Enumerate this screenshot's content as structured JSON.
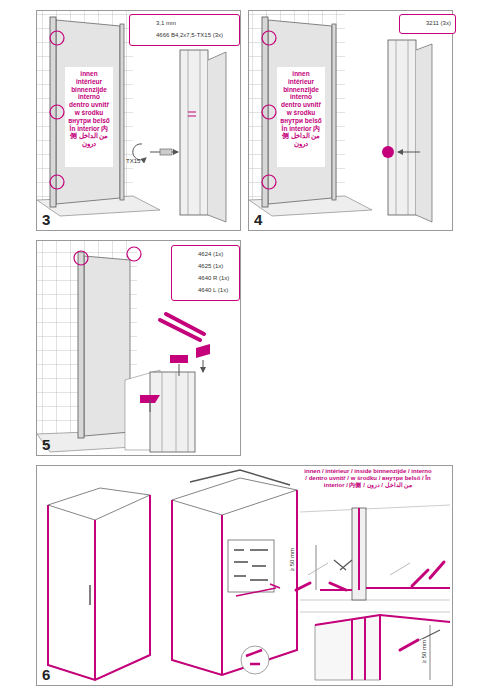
{
  "diagram": {
    "nodes": [
      {
        "text": [
          "3"
        ]
      },
      {
        "text": [
          "3,1 mm",
          "4666 B4,2x7,5-TX15 (3x)"
        ],
        "in": 0
      },
      {
        "text": [
          "innen intérieur binnenzijde interno dentro uvnitř w środku внутри belső În interior 内侧 من الداخل درون"
        ],
        "in": 0
      },
      {
        "text": [
          "4"
        ]
      },
      {
        "text": [
          "3211 (3x)"
        ],
        "in": 3
      },
      {
        "text": [
          "innen intérieur binnenzijde interno dentro uvnitř w środku внутри belső În interior 内侧 من الداخل درون"
        ],
        "in": 3
      },
      {
        "text": [
          "5"
        ]
      },
      {
        "text": [
          "4624 (1x)",
          "4625 (1x)",
          "4640 R (1x)",
          "4640 L (1x)"
        ],
        "in": 6
      },
      {
        "text": [
          "6"
        ]
      }
    ],
    "labels": [
      "TX15",
      "innen / intérieur / inside binnenzijde / interno / dentro uvnitř / w środku / внутри belső / În interior / 内侧 / من الداخل / درون",
      "≥ 50 mm",
      "≥ 50 mm"
    ]
  }
}
